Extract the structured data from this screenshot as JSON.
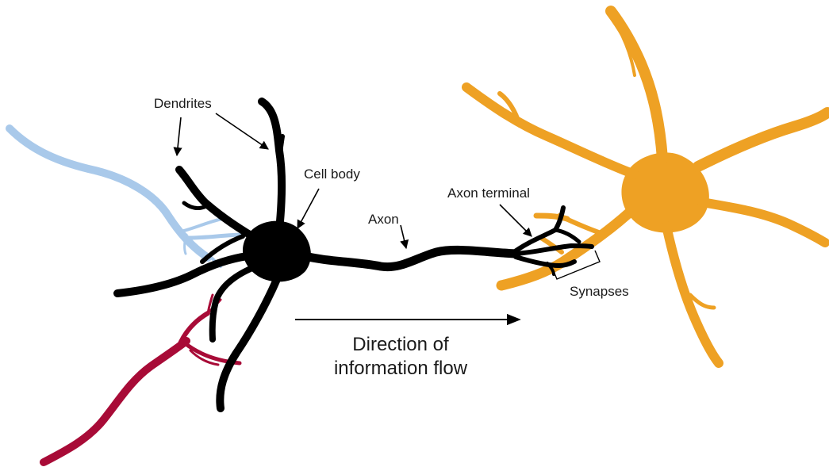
{
  "labels": {
    "dendrites": "Dendrites",
    "cell_body": "Cell body",
    "axon": "Axon",
    "axon_terminal": "Axon terminal",
    "synapses": "Synapses",
    "direction_line1": "Direction of",
    "direction_line2": "information flow"
  },
  "colors": {
    "main_neuron": "#000000",
    "target_neuron": "#eea124",
    "blue_input_axon": "#a9c9ea",
    "red_input_axon": "#a80b37",
    "arrows": "#000000"
  }
}
